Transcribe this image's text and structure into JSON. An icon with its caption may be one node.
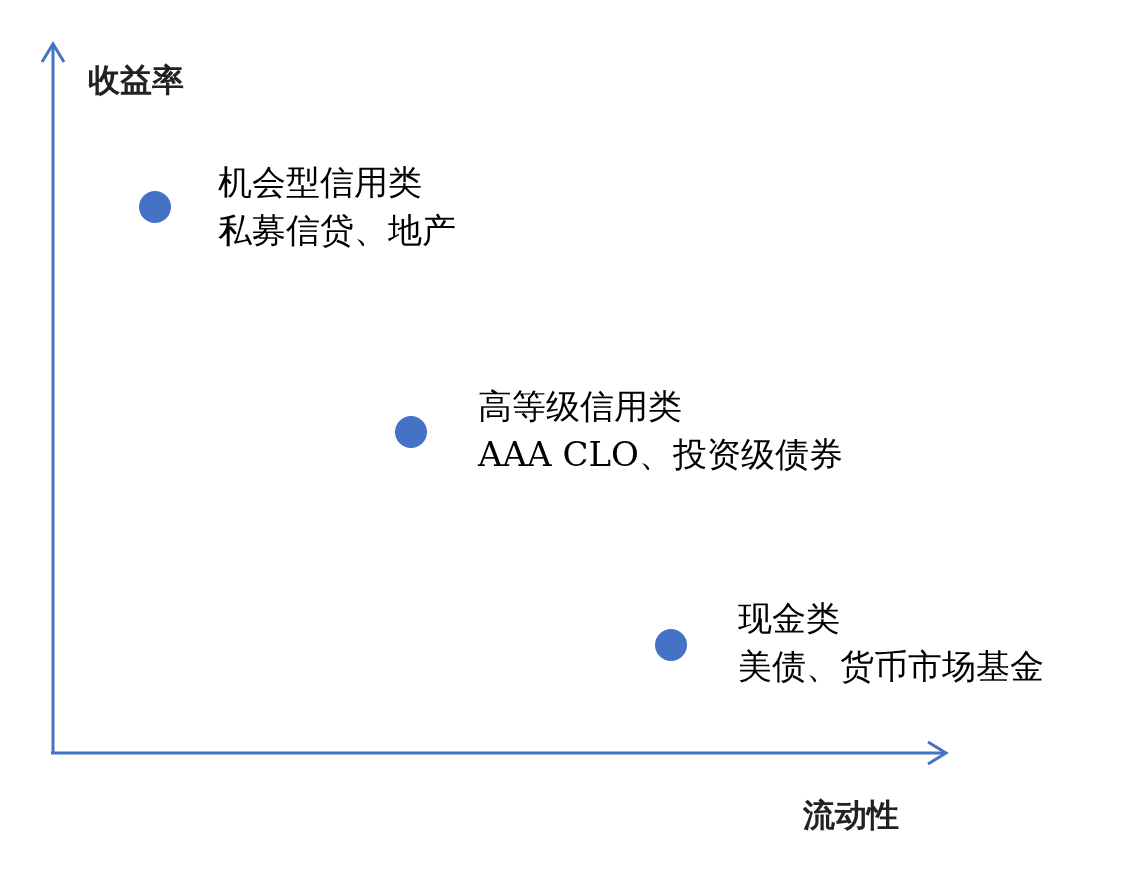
{
  "diagram": {
    "nodes": [
      {
        "text": [],
        "shape": "circle",
        "beside": [
          "机会型信用类",
          "私募信贷、地产"
        ]
      },
      {
        "text": [],
        "shape": "circle",
        "beside": [
          "高等级信用类",
          "AAA CLO、投资级债券"
        ]
      },
      {
        "text": [],
        "shape": "circle",
        "beside": [
          "现金类",
          "美债、货币市场基金"
        ]
      }
    ],
    "labels": [
      "收益率",
      "流动性"
    ]
  }
}
